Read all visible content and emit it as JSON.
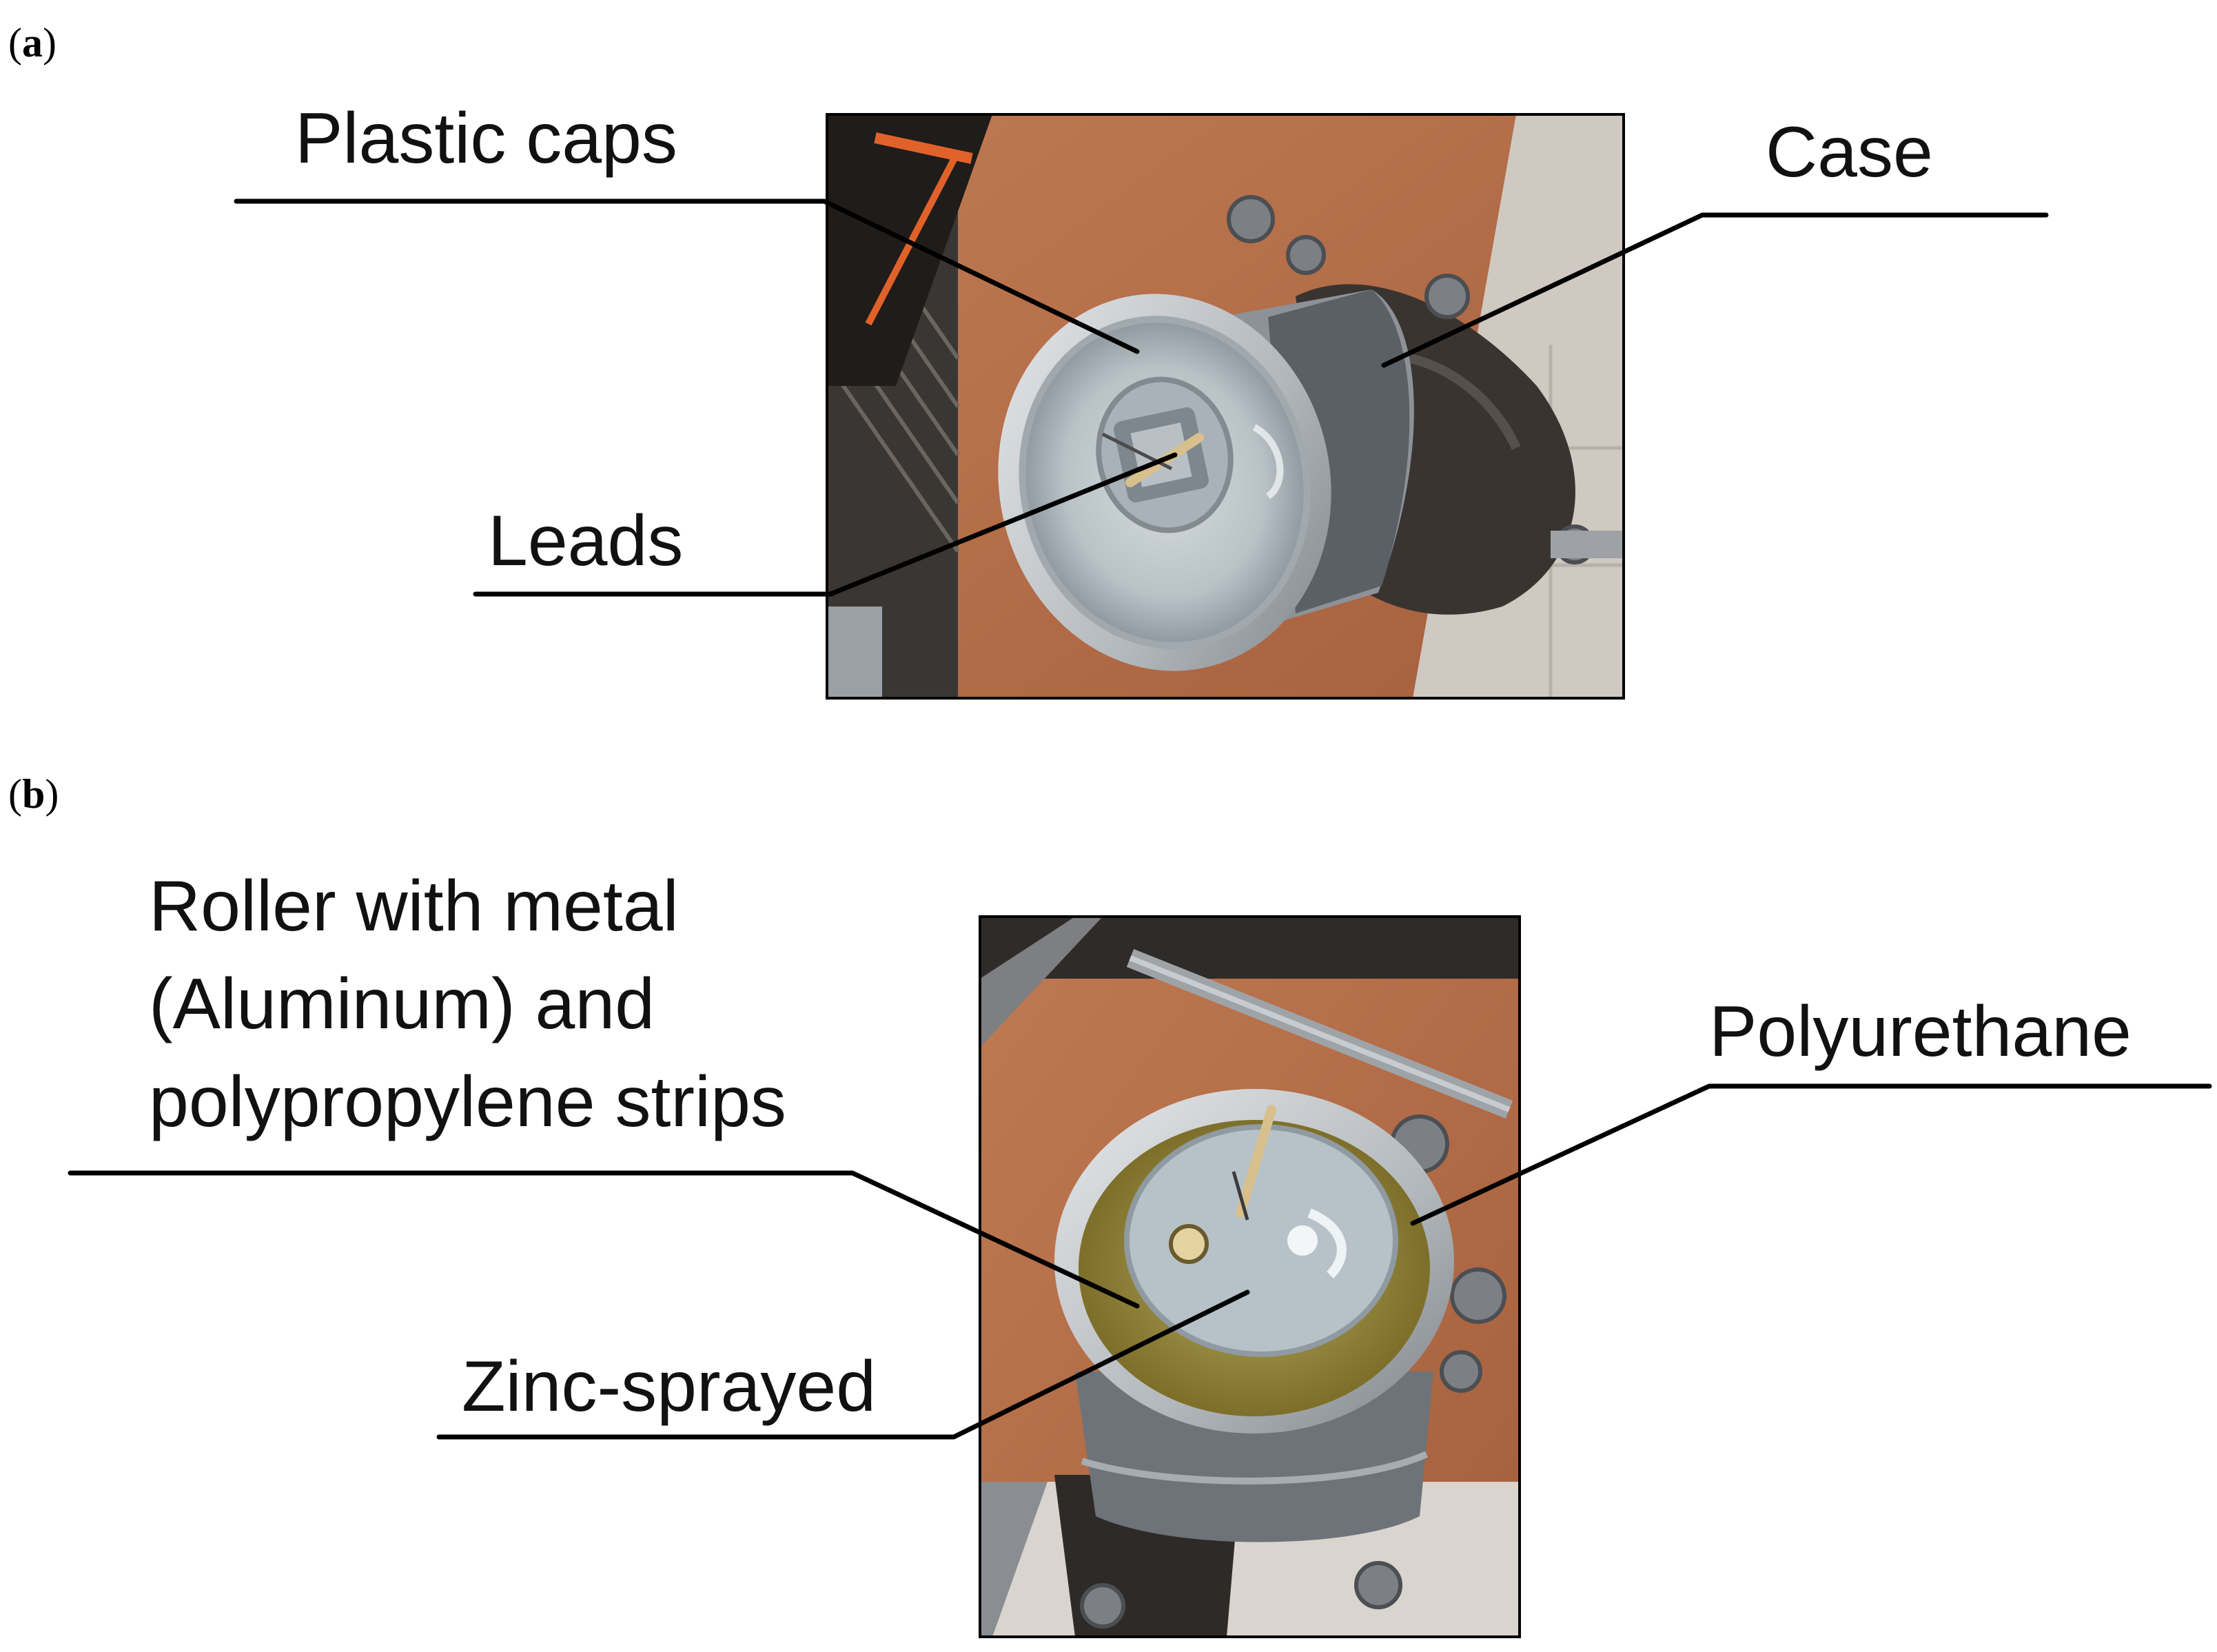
{
  "panel_a": {
    "label_open": "(",
    "label_letter": "a",
    "label_close": ")",
    "callouts": {
      "plastic_caps": "Plastic caps",
      "case": "Case",
      "leads": "Leads"
    }
  },
  "panel_b": {
    "label_open": "(",
    "label_letter": "b",
    "label_close": ")",
    "callouts": {
      "roller_line1": "Roller with metal",
      "roller_line2": "(Aluminum) and",
      "roller_line3": "polypropylene strips",
      "polyurethane": "Polyurethane",
      "zinc_sprayed": "Zinc-sprayed"
    }
  },
  "colors": {
    "wood": "#b5704a",
    "aluminum": "#c9ccd0",
    "dark_case": "#3a3430",
    "polyurethane": "#9a8a3a",
    "frame": "#000000"
  }
}
